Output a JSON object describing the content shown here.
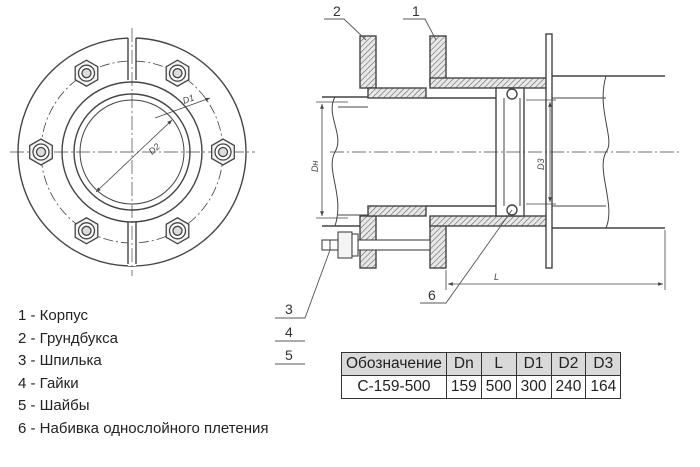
{
  "legend": [
    "1 - Корпус",
    "2 - Грундбукса",
    "3 - Шпилька",
    "4 - Гайки",
    "5 - Шайбы",
    "6 - Набивка однослойного плетения"
  ],
  "callouts": {
    "c1": "1",
    "c2": "2",
    "c3": "3",
    "c4": "4",
    "c5": "5",
    "c6": "6"
  },
  "dimensions": {
    "d1": "D1",
    "d2": "D2",
    "d3": "D3",
    "dn": "Dн",
    "l": "L"
  },
  "table": {
    "headers": [
      "Обозначение",
      "Dn",
      "L",
      "D1",
      "D2",
      "D3"
    ],
    "rows": [
      [
        "С-159-500",
        "159",
        "500",
        "300",
        "240",
        "164"
      ]
    ]
  }
}
